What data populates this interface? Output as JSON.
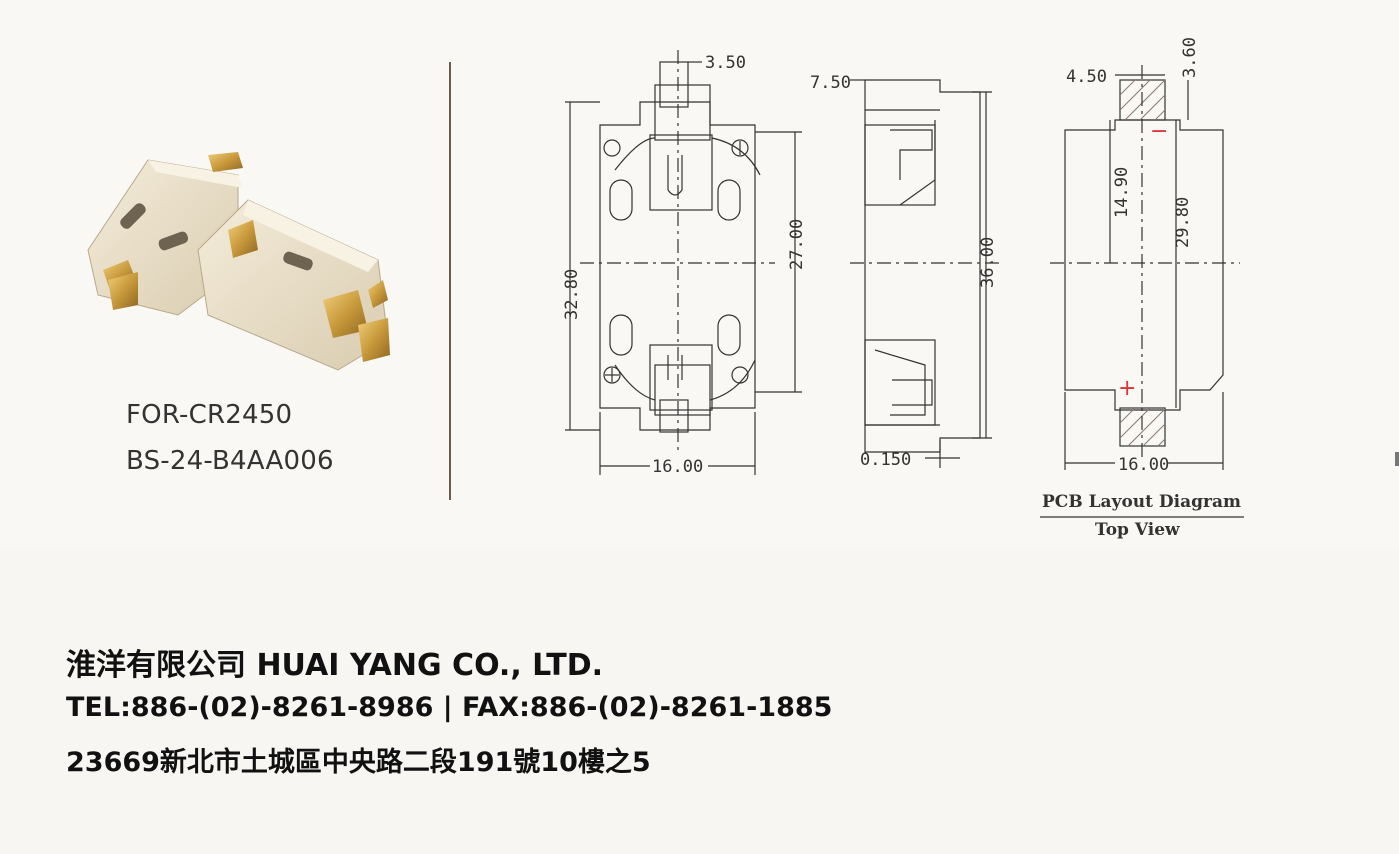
{
  "product": {
    "model_for": "FOR-CR2450",
    "part_number": "BS-24-B4AA006"
  },
  "drawing": {
    "front_dims": {
      "top_tab": "3.50",
      "height_outer": "32.80",
      "height_inner": "27.00",
      "width": "16.00"
    },
    "side_dims": {
      "depth": "7.50",
      "height": "36.00",
      "offset": "0.150"
    },
    "pcb_dims": {
      "pad_width": "4.50",
      "pad_height": "3.60",
      "inner": "14.90",
      "pitch": "29.80",
      "width": "16.00"
    },
    "pcb_title": "PCB Layout Diagram",
    "pcb_subtitle": "Top View",
    "minus_sign": "−",
    "plus_sign": "+"
  },
  "company": {
    "name": "淮洋有限公司 HUAI YANG CO., LTD.",
    "contact": "TEL:886-(02)-8261-8986 | FAX:886-(02)-8261-1885",
    "address": "23669新北市土城區中央路二段191號10樓之5"
  },
  "colors": {
    "brass": "#c99a3c",
    "housing": "#eee5d0",
    "line": "#333333",
    "hatch": "#8a7a70"
  }
}
